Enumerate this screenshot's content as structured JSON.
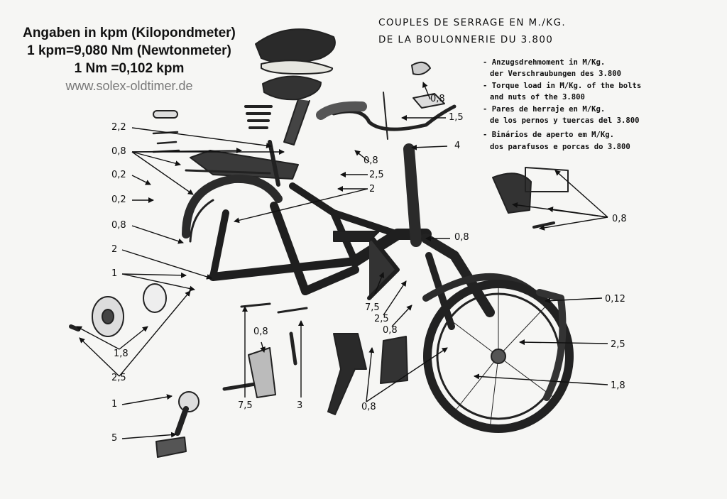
{
  "header": {
    "line1": "Angaben in kpm (Kilopondmeter)",
    "line2": "1 kpm=9,080 Nm (Newtonmeter)",
    "line3": "1 Nm  =0,102 kpm",
    "website": "www.solex-oldtimer.de"
  },
  "title_fr": {
    "line1": "COUPLES DE SERRAGE EN M./KG.",
    "line2": "DE LA BOULONNERIE DU  3.800"
  },
  "translations": {
    "de_1": "- Anzugsdrehmoment in M/Kg.",
    "de_2": "der Verschraubungen des 3.800",
    "en_1": "- Torque load in M/Kg. of the bolts",
    "en_2": "and nuts of the 3.800",
    "es_1": "- Pares de herraje en M/Kg.",
    "es_2": "de los pernos y tuercas del 3.800",
    "pt_1": "- Binários de aperto em M/Kg.",
    "pt_2": "dos parafusos e porcas do 3.800"
  },
  "torque_labels": {
    "l_2_2": "2,2",
    "l_0_8_a": "0,8",
    "l_0_2_a": "0,2",
    "l_0_2_b": "0,2",
    "l_0_8_b": "0,8",
    "l_2_a": "2",
    "l_1_a": "1",
    "l_1_8_a": "1,8",
    "l_2_5_a": "2,5",
    "l_1_b": "1",
    "l_5": "5",
    "l_7_5_a": "7,5",
    "l_3": "3",
    "l_0_8_c": "0,8",
    "l_0_8_d": "0,8",
    "l_2_5_b": "2,5",
    "l_2_b": "2",
    "l_0_8_e": "0,8",
    "l_0_8_f": "0,8",
    "l_1_5": "1,5",
    "l_4": "4",
    "l_0_8_g": "0,8",
    "l_7_5_b": "7,5",
    "l_2_5_c": "2,5",
    "l_0_8_h": "0,8",
    "l_0_8_i": "0,8",
    "l_0_12": "0,12",
    "l_2_5_d": "2,5",
    "l_1_8_b": "1,8"
  }
}
